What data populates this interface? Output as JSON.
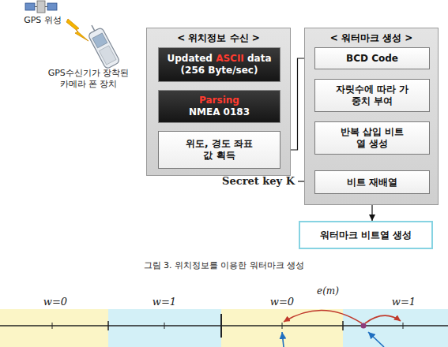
{
  "diagram": {
    "caption": "그림 3. 위치정보를 이용한 워터마크 생성",
    "nodes": [
      {
        "text": [
          "< 위치정보 수신 >"
        ]
      },
      {
        "text": [
          "Updated ASCII data (256 Byte/sec)"
        ],
        "in": 0
      },
      {
        "text": [
          "Parsing NMEA 0183"
        ],
        "in": 0
      },
      {
        "text": [
          "위도, 경도 좌표 값 획득"
        ],
        "in": 0
      },
      {
        "text": [
          "< 워터마크 생성 >"
        ]
      },
      {
        "text": [
          "BCD Code"
        ],
        "in": 4
      },
      {
        "text": [
          "자릿수에 따라 가중치 부여"
        ],
        "in": 4
      },
      {
        "text": [
          "반복 삽입 비트 열 생성"
        ],
        "in": 4
      },
      {
        "text": [
          "비트 재배열"
        ],
        "in": 4
      },
      {
        "text": [
          "워터마크 비트열 생성"
        ]
      }
    ],
    "edges": [
      {
        "from": 1,
        "to": 2,
        "arrow": "to"
      },
      {
        "from": 2,
        "to": 3,
        "arrow": "to"
      },
      {
        "from": 3,
        "to": 5,
        "arrow": "to"
      },
      {
        "from": 5,
        "to": 6,
        "arrow": "to"
      },
      {
        "from": 6,
        "to": 7,
        "arrow": "to"
      },
      {
        "from": 7,
        "to": 8,
        "arrow": "to"
      },
      {
        "from": 8,
        "to": 9,
        "arrow": "to"
      }
    ],
    "labels": [
      "GPS 위성",
      "GPS수신기가 장착된 카메라 폰 장치",
      "Secret key K",
      "w=0",
      "w=1",
      "w=0",
      "e(m)",
      "w=1"
    ]
  }
}
